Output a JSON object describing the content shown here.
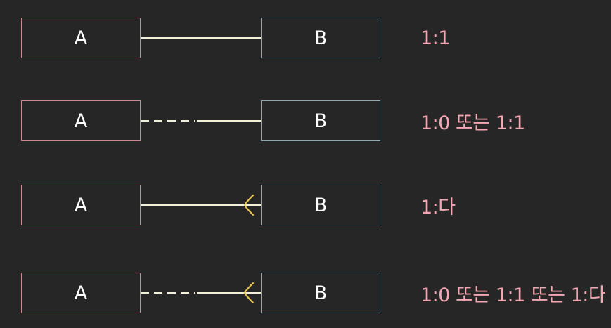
{
  "colors": {
    "background": "#262626",
    "entity_a_border": "#c98a92",
    "entity_b_border": "#8fa7b1",
    "line": "#f3f0d8",
    "crowfoot": "#e6c34a",
    "cardinality_text": "#f2a7b3"
  },
  "rows": [
    {
      "entity_a": "A",
      "entity_b": "B",
      "cardinality": "1:1",
      "line_style": "solid",
      "b_end": "one"
    },
    {
      "entity_a": "A",
      "entity_b": "B",
      "cardinality": "1:0 또는 1:1",
      "line_style": "dashed-then-solid",
      "b_end": "one"
    },
    {
      "entity_a": "A",
      "entity_b": "B",
      "cardinality": "1:다",
      "line_style": "solid",
      "b_end": "many"
    },
    {
      "entity_a": "A",
      "entity_b": "B",
      "cardinality": "1:0 또는 1:1 또는 1:다",
      "line_style": "dashed-then-solid",
      "b_end": "many"
    }
  ]
}
